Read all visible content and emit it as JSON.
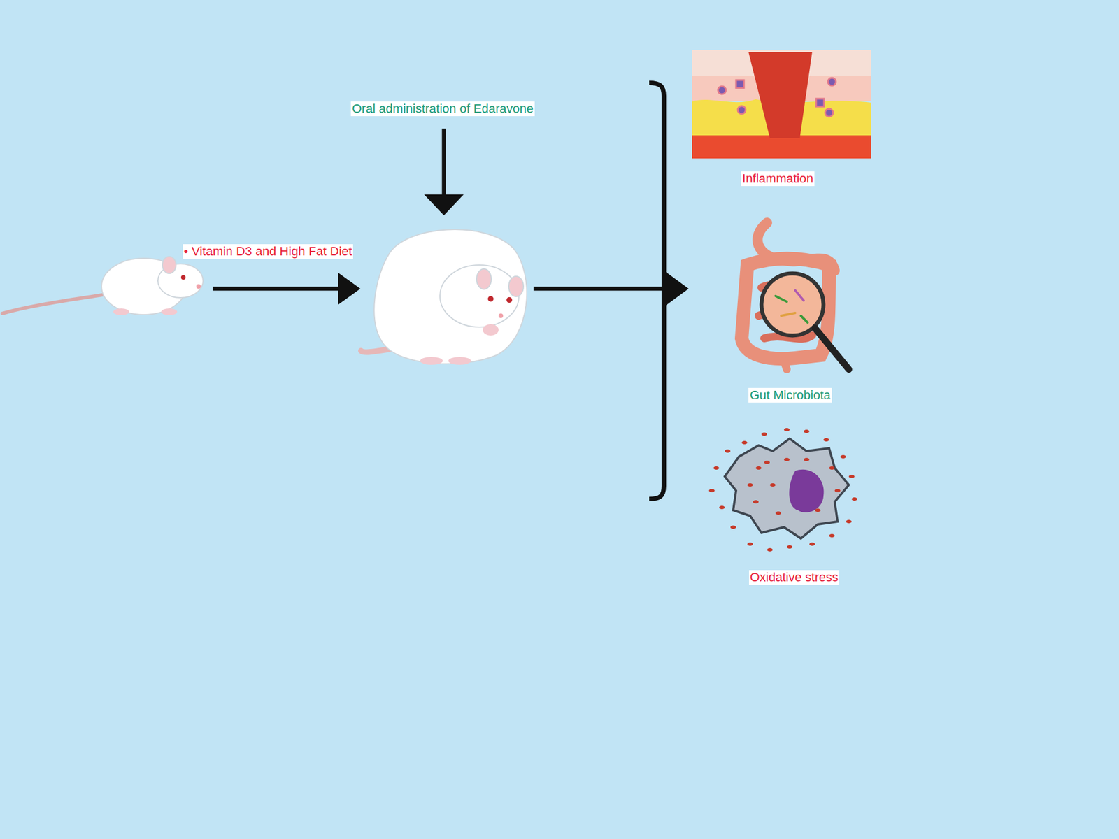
{
  "diagram": {
    "labels": [
      "• Vitamin D3 and High Fat Diet",
      "Oral administration of Edaravone",
      "Inflammation",
      "Gut Microbiota",
      "Oxidative stress"
    ]
  }
}
